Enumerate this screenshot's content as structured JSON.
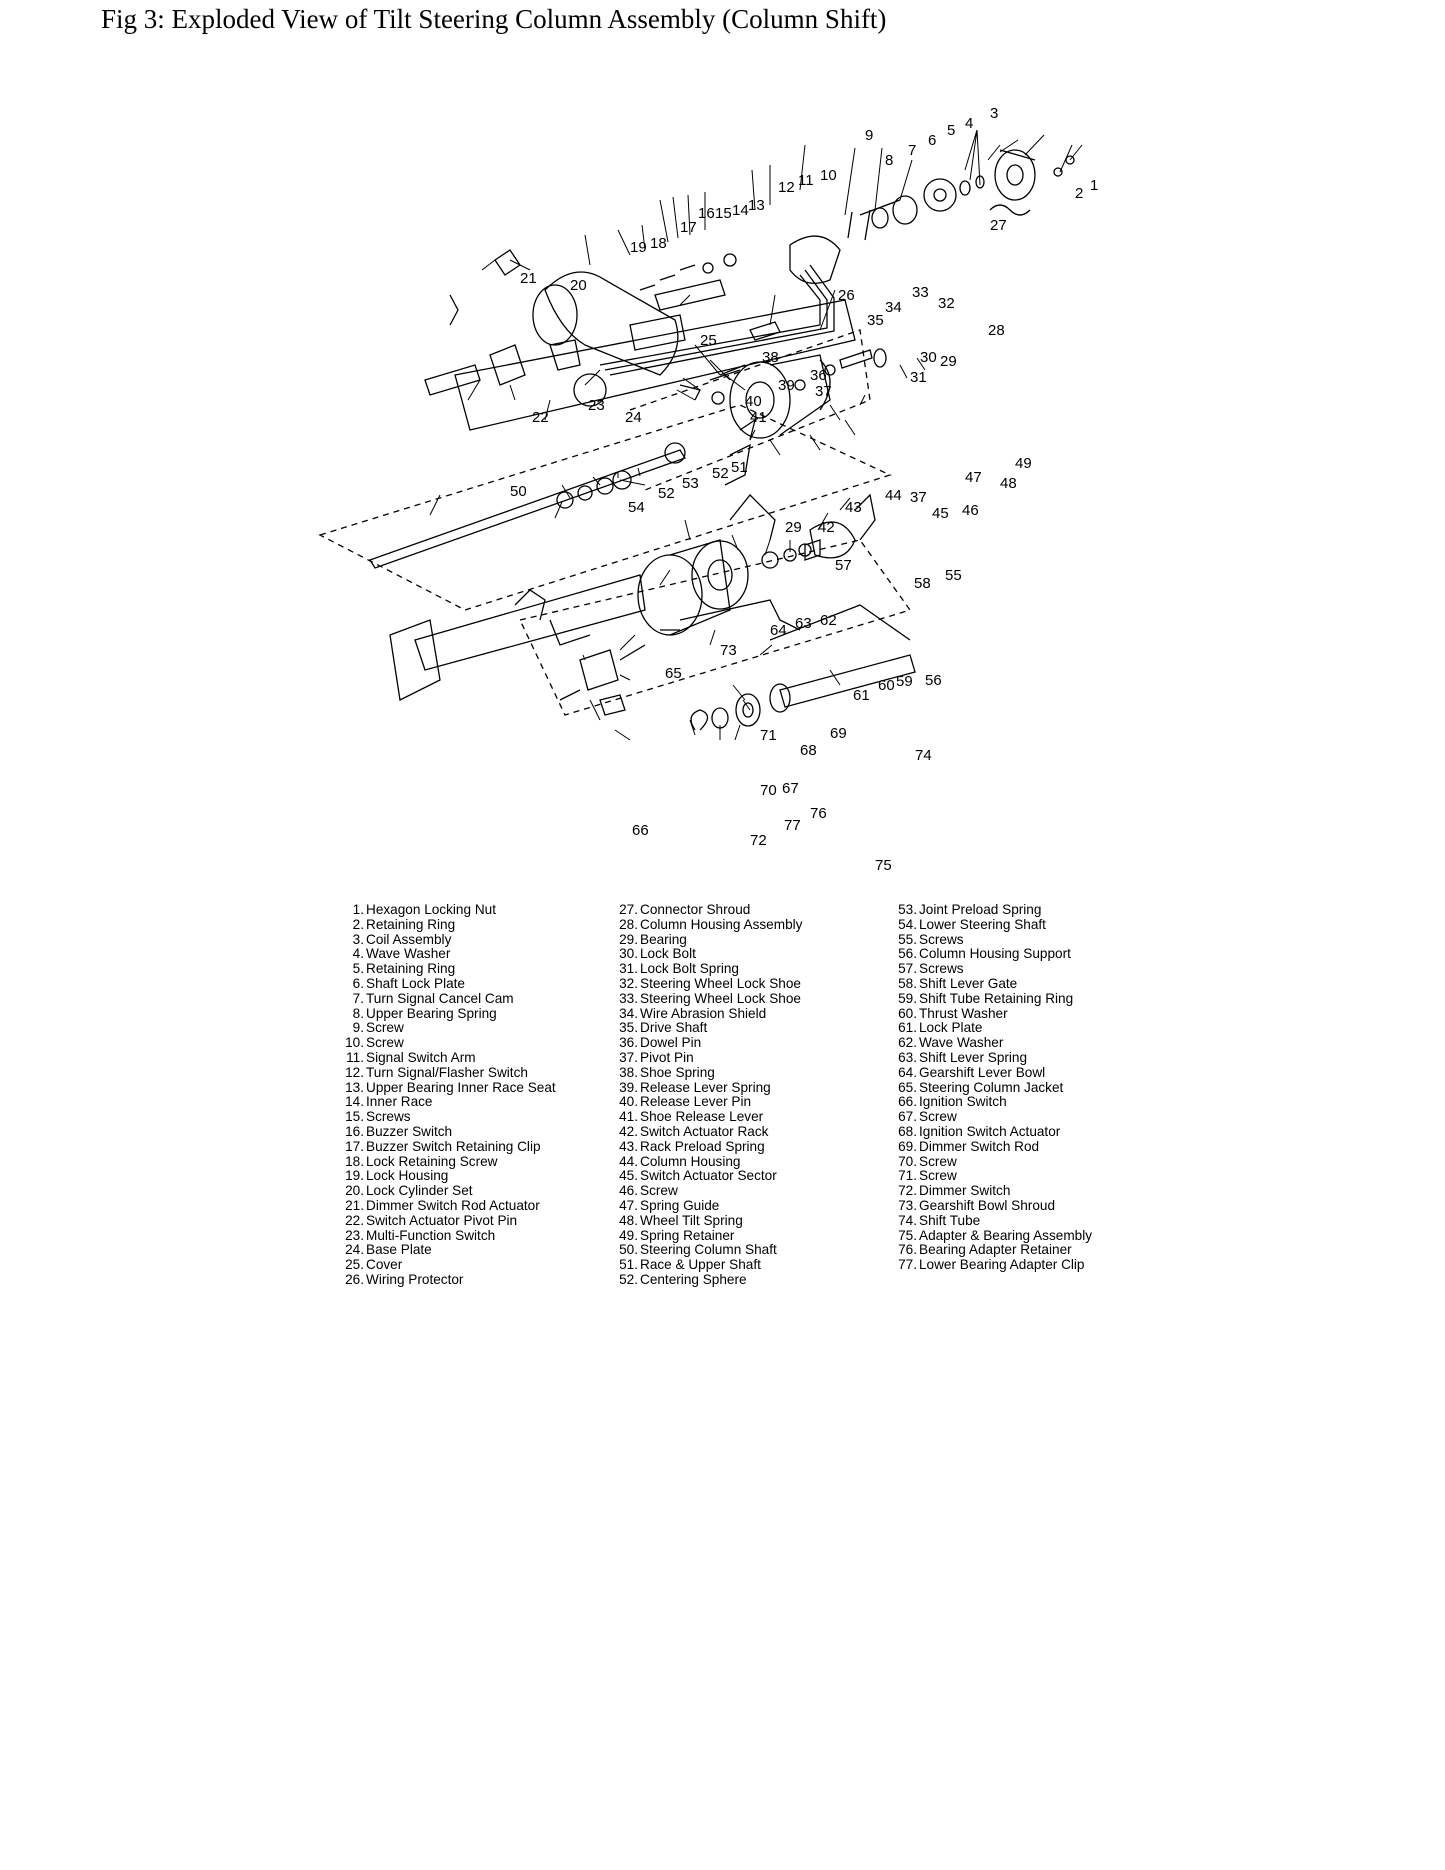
{
  "figure": {
    "title": "Fig 3: Exploded View of Tilt Steering Column Assembly (Column Shift)"
  },
  "callouts": [
    "1",
    "2",
    "3",
    "4",
    "5",
    "6",
    "7",
    "8",
    "9",
    "10",
    "11",
    "12",
    "13",
    "14",
    "15",
    "16",
    "17",
    "18",
    "19",
    "20",
    "21",
    "22",
    "23",
    "24",
    "25",
    "26",
    "27",
    "28",
    "29",
    "29",
    "30",
    "31",
    "32",
    "33",
    "34",
    "35",
    "36",
    "37",
    "37",
    "38",
    "39",
    "40",
    "41",
    "42",
    "43",
    "44",
    "45",
    "46",
    "47",
    "48",
    "49",
    "50",
    "51",
    "52",
    "52",
    "53",
    "54",
    "55",
    "56",
    "57",
    "58",
    "59",
    "60",
    "61",
    "62",
    "63",
    "64",
    "65",
    "66",
    "67",
    "68",
    "69",
    "70",
    "71",
    "72",
    "73",
    "74",
    "75",
    "76",
    "77"
  ],
  "parts": [
    {
      "num": "1.",
      "name": "Hexagon Locking Nut"
    },
    {
      "num": "2.",
      "name": "Retaining Ring"
    },
    {
      "num": "3.",
      "name": "Coil Assembly"
    },
    {
      "num": "4.",
      "name": "Wave Washer"
    },
    {
      "num": "5.",
      "name": "Retaining Ring"
    },
    {
      "num": "6.",
      "name": "Shaft Lock Plate"
    },
    {
      "num": "7.",
      "name": "Turn Signal Cancel Cam"
    },
    {
      "num": "8.",
      "name": "Upper Bearing Spring"
    },
    {
      "num": "9.",
      "name": "Screw"
    },
    {
      "num": "10.",
      "name": "Screw"
    },
    {
      "num": "11.",
      "name": "Signal Switch Arm"
    },
    {
      "num": "12.",
      "name": "Turn Signal/Flasher Switch"
    },
    {
      "num": "13.",
      "name": "Upper Bearing Inner Race Seat"
    },
    {
      "num": "14.",
      "name": "Inner Race"
    },
    {
      "num": "15.",
      "name": "Screws"
    },
    {
      "num": "16.",
      "name": "Buzzer Switch"
    },
    {
      "num": "17.",
      "name": "Buzzer Switch Retaining Clip"
    },
    {
      "num": "18.",
      "name": "Lock Retaining Screw"
    },
    {
      "num": "19.",
      "name": "Lock Housing"
    },
    {
      "num": "20.",
      "name": "Lock Cylinder Set"
    },
    {
      "num": "21.",
      "name": "Dimmer Switch Rod Actuator"
    },
    {
      "num": "22.",
      "name": "Switch Actuator Pivot Pin"
    },
    {
      "num": "23.",
      "name": "Multi-Function Switch"
    },
    {
      "num": "24.",
      "name": "Base Plate"
    },
    {
      "num": "25.",
      "name": "Cover"
    },
    {
      "num": "26.",
      "name": "Wiring Protector"
    },
    {
      "num": "27.",
      "name": "Connector Shroud"
    },
    {
      "num": "28.",
      "name": "Column Housing Assembly"
    },
    {
      "num": "29.",
      "name": "Bearing"
    },
    {
      "num": "30.",
      "name": "Lock Bolt"
    },
    {
      "num": "31.",
      "name": "Lock Bolt Spring"
    },
    {
      "num": "32.",
      "name": "Steering Wheel Lock Shoe"
    },
    {
      "num": "33.",
      "name": "Steering Wheel Lock Shoe"
    },
    {
      "num": "34.",
      "name": "Wire Abrasion Shield"
    },
    {
      "num": "35.",
      "name": "Drive Shaft"
    },
    {
      "num": "36.",
      "name": "Dowel Pin"
    },
    {
      "num": "37.",
      "name": "Pivot Pin"
    },
    {
      "num": "38.",
      "name": "Shoe Spring"
    },
    {
      "num": "39.",
      "name": "Release Lever Spring"
    },
    {
      "num": "40.",
      "name": "Release Lever Pin"
    },
    {
      "num": "41.",
      "name": "Shoe Release Lever"
    },
    {
      "num": "42.",
      "name": "Switch Actuator Rack"
    },
    {
      "num": "43.",
      "name": "Rack Preload Spring"
    },
    {
      "num": "44.",
      "name": "Column Housing"
    },
    {
      "num": "45.",
      "name": "Switch Actuator Sector"
    },
    {
      "num": "46.",
      "name": "Screw"
    },
    {
      "num": "47.",
      "name": "Spring Guide"
    },
    {
      "num": "48.",
      "name": "Wheel Tilt Spring"
    },
    {
      "num": "49.",
      "name": "Spring Retainer"
    },
    {
      "num": "50.",
      "name": "Steering Column Shaft"
    },
    {
      "num": "51.",
      "name": "Race & Upper Shaft"
    },
    {
      "num": "52.",
      "name": "Centering Sphere"
    },
    {
      "num": "53.",
      "name": "Joint Preload Spring"
    },
    {
      "num": "54.",
      "name": "Lower Steering Shaft"
    },
    {
      "num": "55.",
      "name": "Screws"
    },
    {
      "num": "56.",
      "name": "Column Housing Support"
    },
    {
      "num": "57.",
      "name": "Screws"
    },
    {
      "num": "58.",
      "name": "Shift Lever Gate"
    },
    {
      "num": "59.",
      "name": "Shift Tube Retaining Ring"
    },
    {
      "num": "60.",
      "name": "Thrust Washer"
    },
    {
      "num": "61.",
      "name": "Lock Plate"
    },
    {
      "num": "62.",
      "name": "Wave Washer"
    },
    {
      "num": "63.",
      "name": "Shift Lever Spring"
    },
    {
      "num": "64.",
      "name": "Gearshift Lever Bowl"
    },
    {
      "num": "65.",
      "name": "Steering Column Jacket"
    },
    {
      "num": "66.",
      "name": "Ignition Switch"
    },
    {
      "num": "67.",
      "name": "Screw"
    },
    {
      "num": "68.",
      "name": "Ignition Switch Actuator"
    },
    {
      "num": "69.",
      "name": "Dimmer Switch Rod"
    },
    {
      "num": "70.",
      "name": "Screw"
    },
    {
      "num": "71.",
      "name": "Screw"
    },
    {
      "num": "72.",
      "name": "Dimmer Switch"
    },
    {
      "num": "73.",
      "name": "Gearshift Bowl Shroud"
    },
    {
      "num": "74.",
      "name": "Shift Tube"
    },
    {
      "num": "75.",
      "name": "Adapter & Bearing Assembly"
    },
    {
      "num": "76.",
      "name": "Bearing Adapter Retainer"
    },
    {
      "num": "77.",
      "name": "Lower Bearing Adapter Clip"
    }
  ]
}
